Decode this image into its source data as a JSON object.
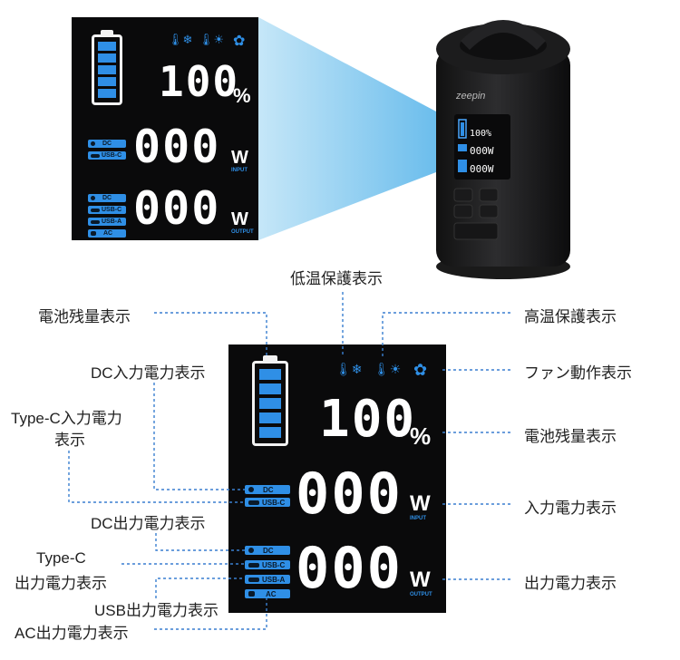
{
  "lcd_top": {
    "percent_value": "100",
    "percent_sign": "%",
    "input_value": "000",
    "output_value": "000",
    "watt": "W",
    "input_tag": "INPUT",
    "output_tag": "OUTPUT",
    "ports_input": [
      "DC",
      "USB-C"
    ],
    "ports_output": [
      "DC",
      "USB-C",
      "USB-A",
      "AC"
    ]
  },
  "lcd_main": {
    "percent_value": "100",
    "percent_sign": "%",
    "input_value": "000",
    "output_value": "000",
    "watt": "W",
    "input_tag": "INPUT",
    "output_tag": "OUTPUT",
    "ports_input": [
      "DC",
      "USB-C"
    ],
    "ports_output": [
      "DC",
      "USB-C",
      "USB-A",
      "AC"
    ]
  },
  "device": {
    "brand": "zeepin"
  },
  "labels": {
    "low_temp": "低温保護表示",
    "battery_left": "電池残量表示",
    "high_temp": "高温保護表示",
    "dc_input": "DC入力電力表示",
    "fan": "ファン動作表示",
    "typec_input_line1": "Type-C入力電力",
    "typec_input_line2": "表示",
    "battery_right": "電池残量表示",
    "dc_output": "DC出力電力表示",
    "input_power": "入力電力表示",
    "typec_output_line1": "Type-C",
    "typec_output_line2": "出力電力表示",
    "output_power": "出力電力表示",
    "usb_output": "USB出力電力表示",
    "ac_output": "AC出力電力表示"
  },
  "colors": {
    "accent": "#2f8fe6",
    "lcd_bg": "#0a0a0b",
    "callout_line": "#3a7fd0"
  }
}
